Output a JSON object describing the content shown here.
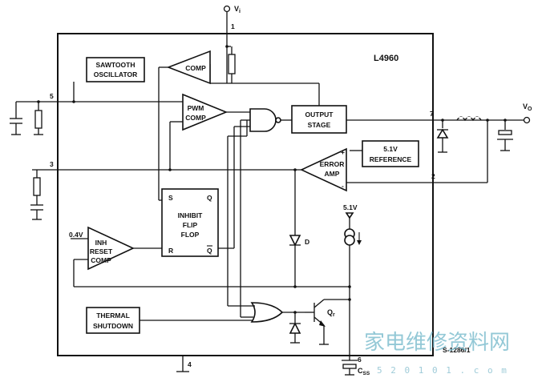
{
  "chip": {
    "name": "L4960"
  },
  "blocks": {
    "sawtooth_line1": "SAWTOOTH",
    "sawtooth_line2": "OSCILLATOR",
    "comp": "COMP",
    "pwm_line1": "PWM",
    "pwm_line2": "COMP",
    "output_line1": "OUTPUT",
    "output_line2": "STAGE",
    "reference_line1": "5.1V",
    "reference_line2": "REFERENCE",
    "error_line1": "ERROR",
    "error_line2": "AMP",
    "flipflop_line1": "INHIBIT",
    "flipflop_line2": "FLIP",
    "flipflop_line3": "FLOP",
    "ff_s": "S",
    "ff_q": "Q",
    "ff_r": "R",
    "ff_qbar": "Q",
    "inh_line1": "INH",
    "inh_line2": "RESET",
    "inh_line3": "COMP",
    "thermal_line1": "THERMAL",
    "thermal_line2": "SHUTDOWN"
  },
  "labels": {
    "vi": "V",
    "vi_sub": "i",
    "vo": "V",
    "vo_sub": "O",
    "pin1": "1",
    "pin2": "2",
    "pin3": "3",
    "pin4": "4",
    "pin5": "5",
    "pin6": "6",
    "pin7": "7",
    "v04": "0.4V",
    "v51": "5.1V",
    "diode_d": "D",
    "qr": "Q",
    "qr_sub": "r",
    "css": "C",
    "css_sub": "SS",
    "plus": "+",
    "minus": "-",
    "code": "S-1286/1"
  },
  "watermark": {
    "text": "家电维修资料网",
    "url": "5 2 0 1 0 1 . c o m"
  }
}
